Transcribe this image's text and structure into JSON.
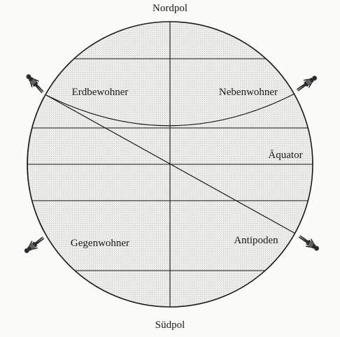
{
  "diagram": {
    "labels": {
      "north_pole": "Nordpol",
      "south_pole": "Südpol",
      "equator": "Äquator",
      "inhabitants": "Erdbewohner",
      "perioeci": "Nebenwohner",
      "antoeci": "Gegenwohner",
      "antipodes": "Antipoden"
    },
    "colors": {
      "globe_fill": "#e9e9e6",
      "ink": "#1a1a1a",
      "background": "#fbfbfa",
      "figure_fill": "#2a2a2a"
    },
    "icons": [
      "person-icon-upper-left",
      "person-icon-upper-right",
      "person-icon-lower-left",
      "person-icon-lower-right"
    ]
  }
}
